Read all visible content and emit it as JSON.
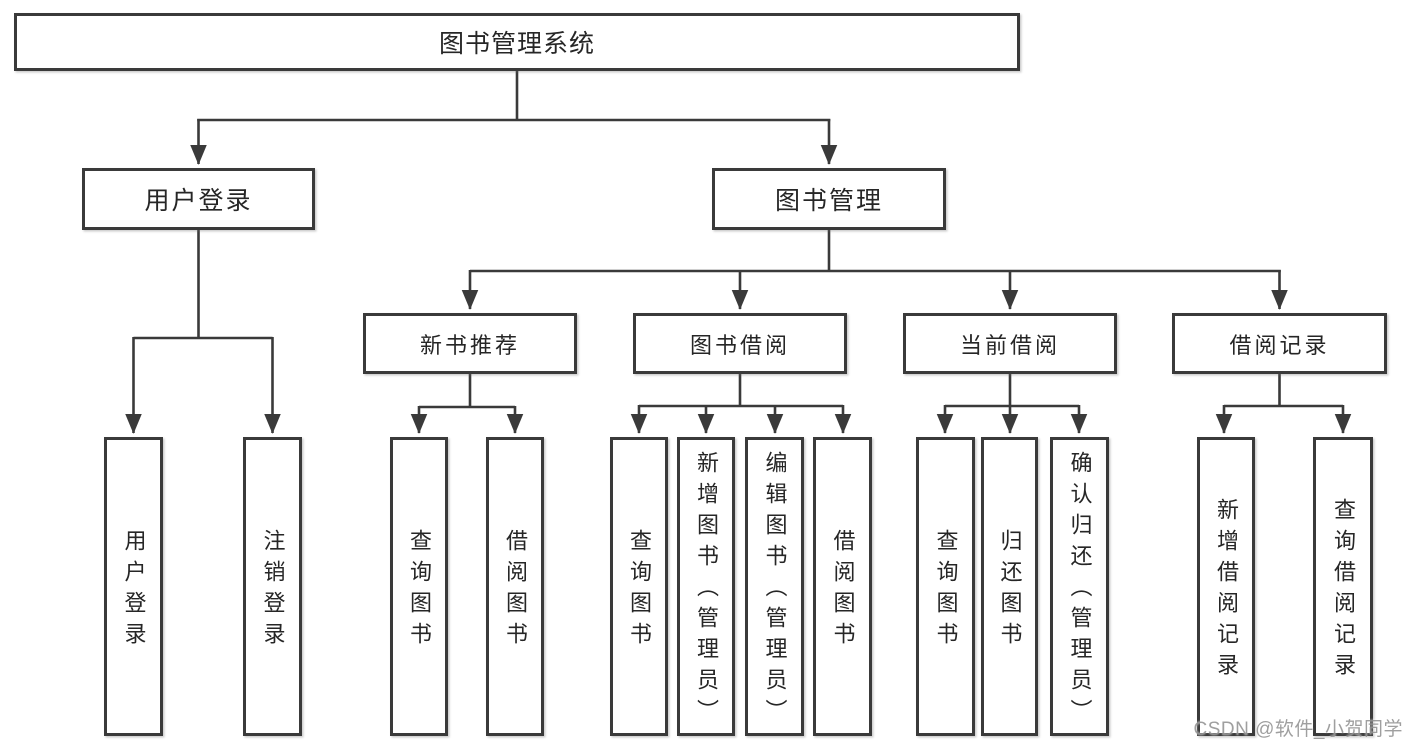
{
  "tree": {
    "root": {
      "label": "图书管理系统",
      "children": [
        {
          "label": "用户登录",
          "children": [
            {
              "label": "用户登录"
            },
            {
              "label": "注销登录"
            }
          ]
        },
        {
          "label": "图书管理",
          "children": [
            {
              "label": "新书推荐",
              "children": [
                {
                  "label": "查询图书"
                },
                {
                  "label": "借阅图书"
                }
              ]
            },
            {
              "label": "图书借阅",
              "children": [
                {
                  "label": "查询图书"
                },
                {
                  "label": "新增图书（管理员）"
                },
                {
                  "label": "编辑图书（管理员）"
                },
                {
                  "label": "借阅图书"
                }
              ]
            },
            {
              "label": "当前借阅",
              "children": [
                {
                  "label": "查询图书"
                },
                {
                  "label": "归还图书"
                },
                {
                  "label": "确认归还（管理员）"
                }
              ]
            },
            {
              "label": "借阅记录",
              "children": [
                {
                  "label": "新增借阅记录"
                },
                {
                  "label": "查询借阅记录"
                }
              ]
            }
          ]
        }
      ]
    }
  },
  "watermark": {
    "text": "CSDN @软件_小贺同学"
  },
  "colors": {
    "line": "#3a3a3a",
    "box_border": "#3a3a3a",
    "text": "#262626",
    "watermark": "#8e8e8e",
    "background": "#ffffff"
  }
}
